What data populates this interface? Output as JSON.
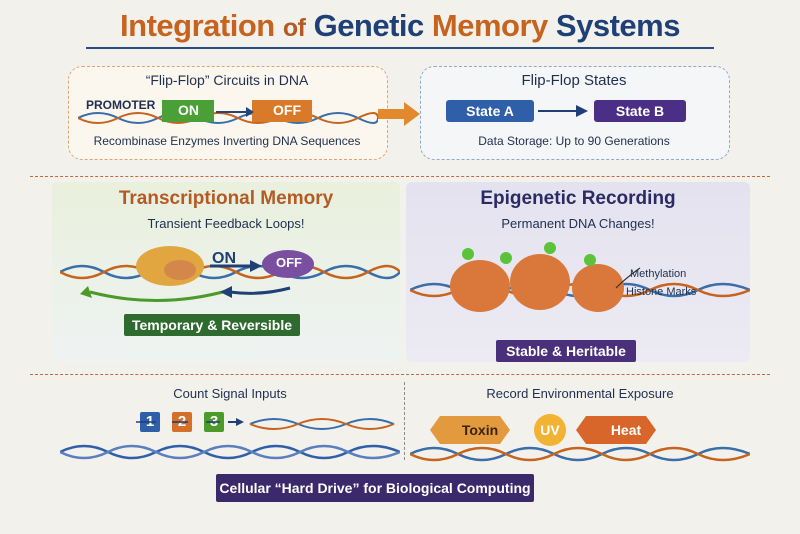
{
  "title": {
    "part1": "Integration",
    "part2": "of",
    "part3": "Genetic",
    "part4": "Memory",
    "part5": "Systems"
  },
  "flipflop_circuits": {
    "title": "“Flip-Flop” Circuits in DNA",
    "promoter": "PROMOTER",
    "on": "ON",
    "off": "OFF",
    "caption": "Recombinase Enzymes Inverting DNA Sequences"
  },
  "flipflop_states": {
    "title": "Flip-Flop States",
    "state_a": "State A",
    "state_b": "State B",
    "caption": "Data Storage: Up to 90 Generations"
  },
  "transcriptional": {
    "title": "Transcriptional Memory",
    "subtitle": "Transient Feedback Loops!",
    "on": "ON",
    "off": "OFF",
    "tag": "Temporary & Reversible"
  },
  "epigenetic": {
    "title": "Epigenetic Recording",
    "subtitle": "Permanent DNA Changes!",
    "label1": "Methylation",
    "label2": "Histone Marks",
    "tag": "Stable & Heritable"
  },
  "count": {
    "title": "Count Signal Inputs",
    "n1": "1",
    "n2": "2",
    "n3": "3"
  },
  "environment": {
    "title": "Record Environmental Exposure",
    "toxin": "Toxin",
    "uv": "UV",
    "heat": "Heat"
  },
  "footer": "Cellular “Hard Drive” for Biological Computing",
  "colors": {
    "navy": "#1f3f77",
    "orange": "#c6641f",
    "green": "#4c9a2a",
    "purple": "#4a2f7a",
    "stateA": "#2f5fa8",
    "stateB": "#4b2f86"
  }
}
